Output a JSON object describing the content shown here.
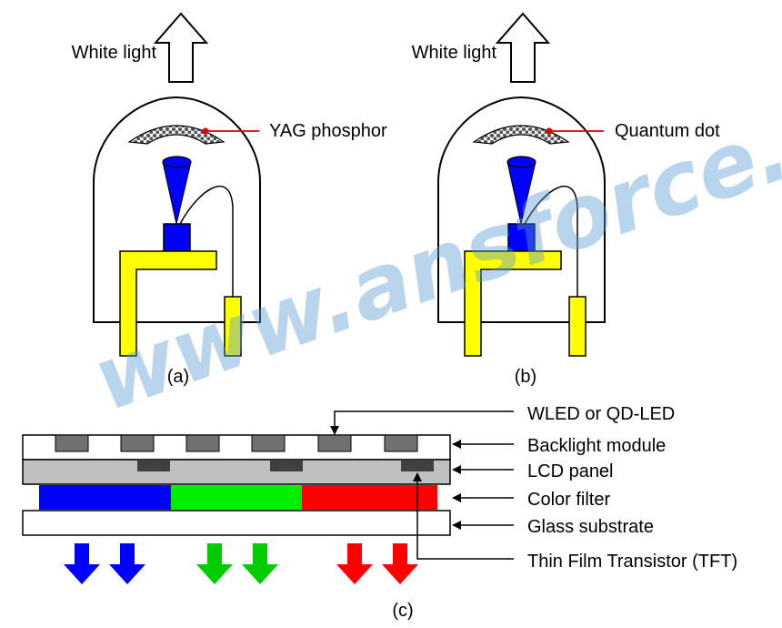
{
  "led_a": {
    "output_label": "White light",
    "phosphor_label": "YAG phosphor",
    "caption": "(a)"
  },
  "led_b": {
    "output_label": "White light",
    "phosphor_label": "Quantum dot",
    "caption": "(b)"
  },
  "lcd": {
    "layers": [
      {
        "label": "WLED or QD-LED"
      },
      {
        "label": "Backlight module"
      },
      {
        "label": "LCD panel"
      },
      {
        "label": "Color filter"
      },
      {
        "label": "Glass substrate"
      },
      {
        "label": "Thin Film Transistor (TFT)"
      }
    ],
    "caption": "(c)"
  },
  "watermark": "www.ansforce.com",
  "colors": {
    "chip_blue": "#0000ff",
    "leadframe_yellow": "#ffff00",
    "filter_blue": "#0000ff",
    "filter_green": "#00ee00",
    "filter_red": "#ff0000",
    "arrow_blue": "#0000ff",
    "arrow_green": "#00cc00",
    "arrow_red": "#ff0000",
    "pointer_red": "#e00000",
    "panel_gray": "#c0c0c0",
    "led_gray": "#707070",
    "tft_dark": "#404040"
  }
}
